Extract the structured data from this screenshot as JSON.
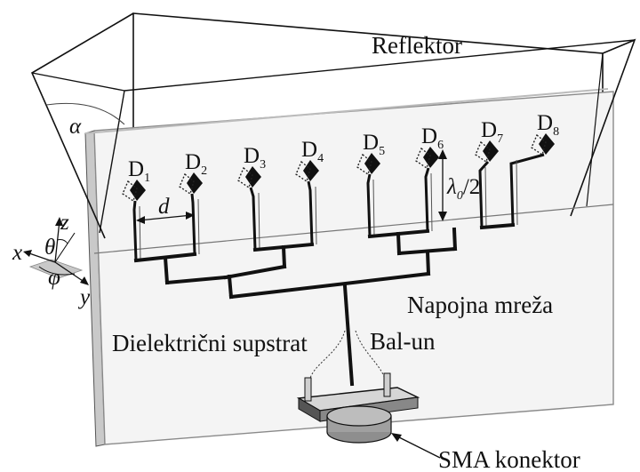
{
  "labels": {
    "reflector": "Reflektor",
    "feed_network": "Napojna mreža",
    "substrate": "Dielektrični supstrat",
    "balun": "Bal-un",
    "sma": "SMA konektor",
    "alpha": "α",
    "d": "d",
    "lambda_half": "λ0/2",
    "lambda_symbol": "λ",
    "lambda_sub": "0",
    "lambda_rest": "/2"
  },
  "axes": {
    "x": "x",
    "y": "y",
    "z": "z",
    "theta": "θ",
    "phi": "φ"
  },
  "dipoles": [
    {
      "letter": "D",
      "index": "1"
    },
    {
      "letter": "D",
      "index": "2"
    },
    {
      "letter": "D",
      "index": "3"
    },
    {
      "letter": "D",
      "index": "4"
    },
    {
      "letter": "D",
      "index": "5"
    },
    {
      "letter": "D",
      "index": "6"
    },
    {
      "letter": "D",
      "index": "7"
    },
    {
      "letter": "D",
      "index": "8"
    }
  ],
  "colors": {
    "line": "#111111",
    "substrate": "#f4f4f4",
    "edge": "#8a8a8a",
    "connector": "#9a9a9a"
  }
}
